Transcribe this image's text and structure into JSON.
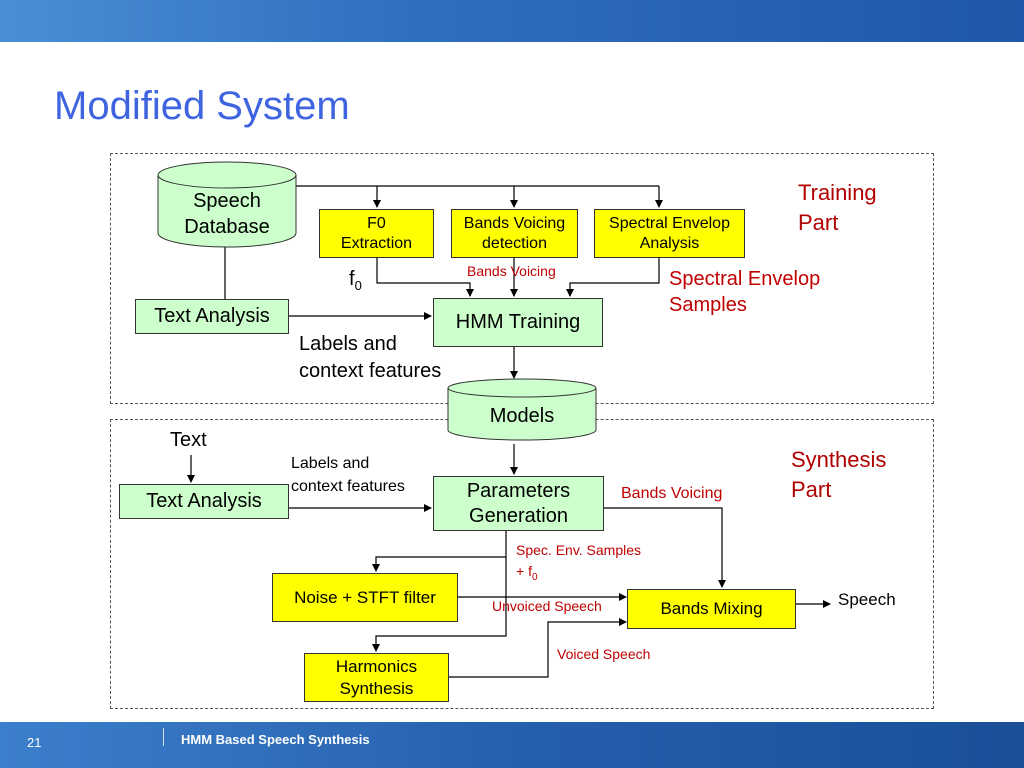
{
  "slide": {
    "title": "Modified System",
    "page_number": "21",
    "footer_title": "HMM Based Speech Synthesis"
  },
  "training": {
    "part_label": "Training\nPart",
    "speech_database": "Speech\nDatabase",
    "f0_extraction": "F0\nExtraction",
    "bands_voicing_detection": "Bands Voicing\ndetection",
    "spectral_envelop_analysis": "Spectral Envelop\nAnalysis",
    "text_analysis": "Text Analysis",
    "hmm_training": "HMM Training",
    "f0_label_base": "f",
    "f0_label_sub": "0",
    "bands_voicing_label": "Bands Voicing",
    "spectral_envelop_samples": "Spectral Envelop\nSamples",
    "labels_context": "Labels and\ncontext features"
  },
  "models": "Models",
  "synthesis": {
    "part_label": "Synthesis\nPart",
    "text_input": "Text",
    "text_analysis": "Text Analysis",
    "labels_context": "Labels and\ncontext features",
    "parameters_generation": "Parameters\nGeneration",
    "bands_voicing_label": "Bands Voicing",
    "spec_env_samples_line1": "Spec. Env. Samples",
    "spec_env_samples_line2_base": "+ f",
    "spec_env_samples_line2_sub": "0",
    "noise_stft_filter": "Noise + STFT filter",
    "harmonics_synthesis": "Harmonics\nSynthesis",
    "unvoiced_speech": "Unvoiced Speech",
    "voiced_speech": "Voiced Speech",
    "bands_mixing": "Bands Mixing",
    "speech_output": "Speech"
  },
  "colors": {
    "title": "#3f64e0",
    "green_box": "#ccffcc",
    "yellow_box": "#ffff00",
    "annotation_red": "#c00000"
  }
}
